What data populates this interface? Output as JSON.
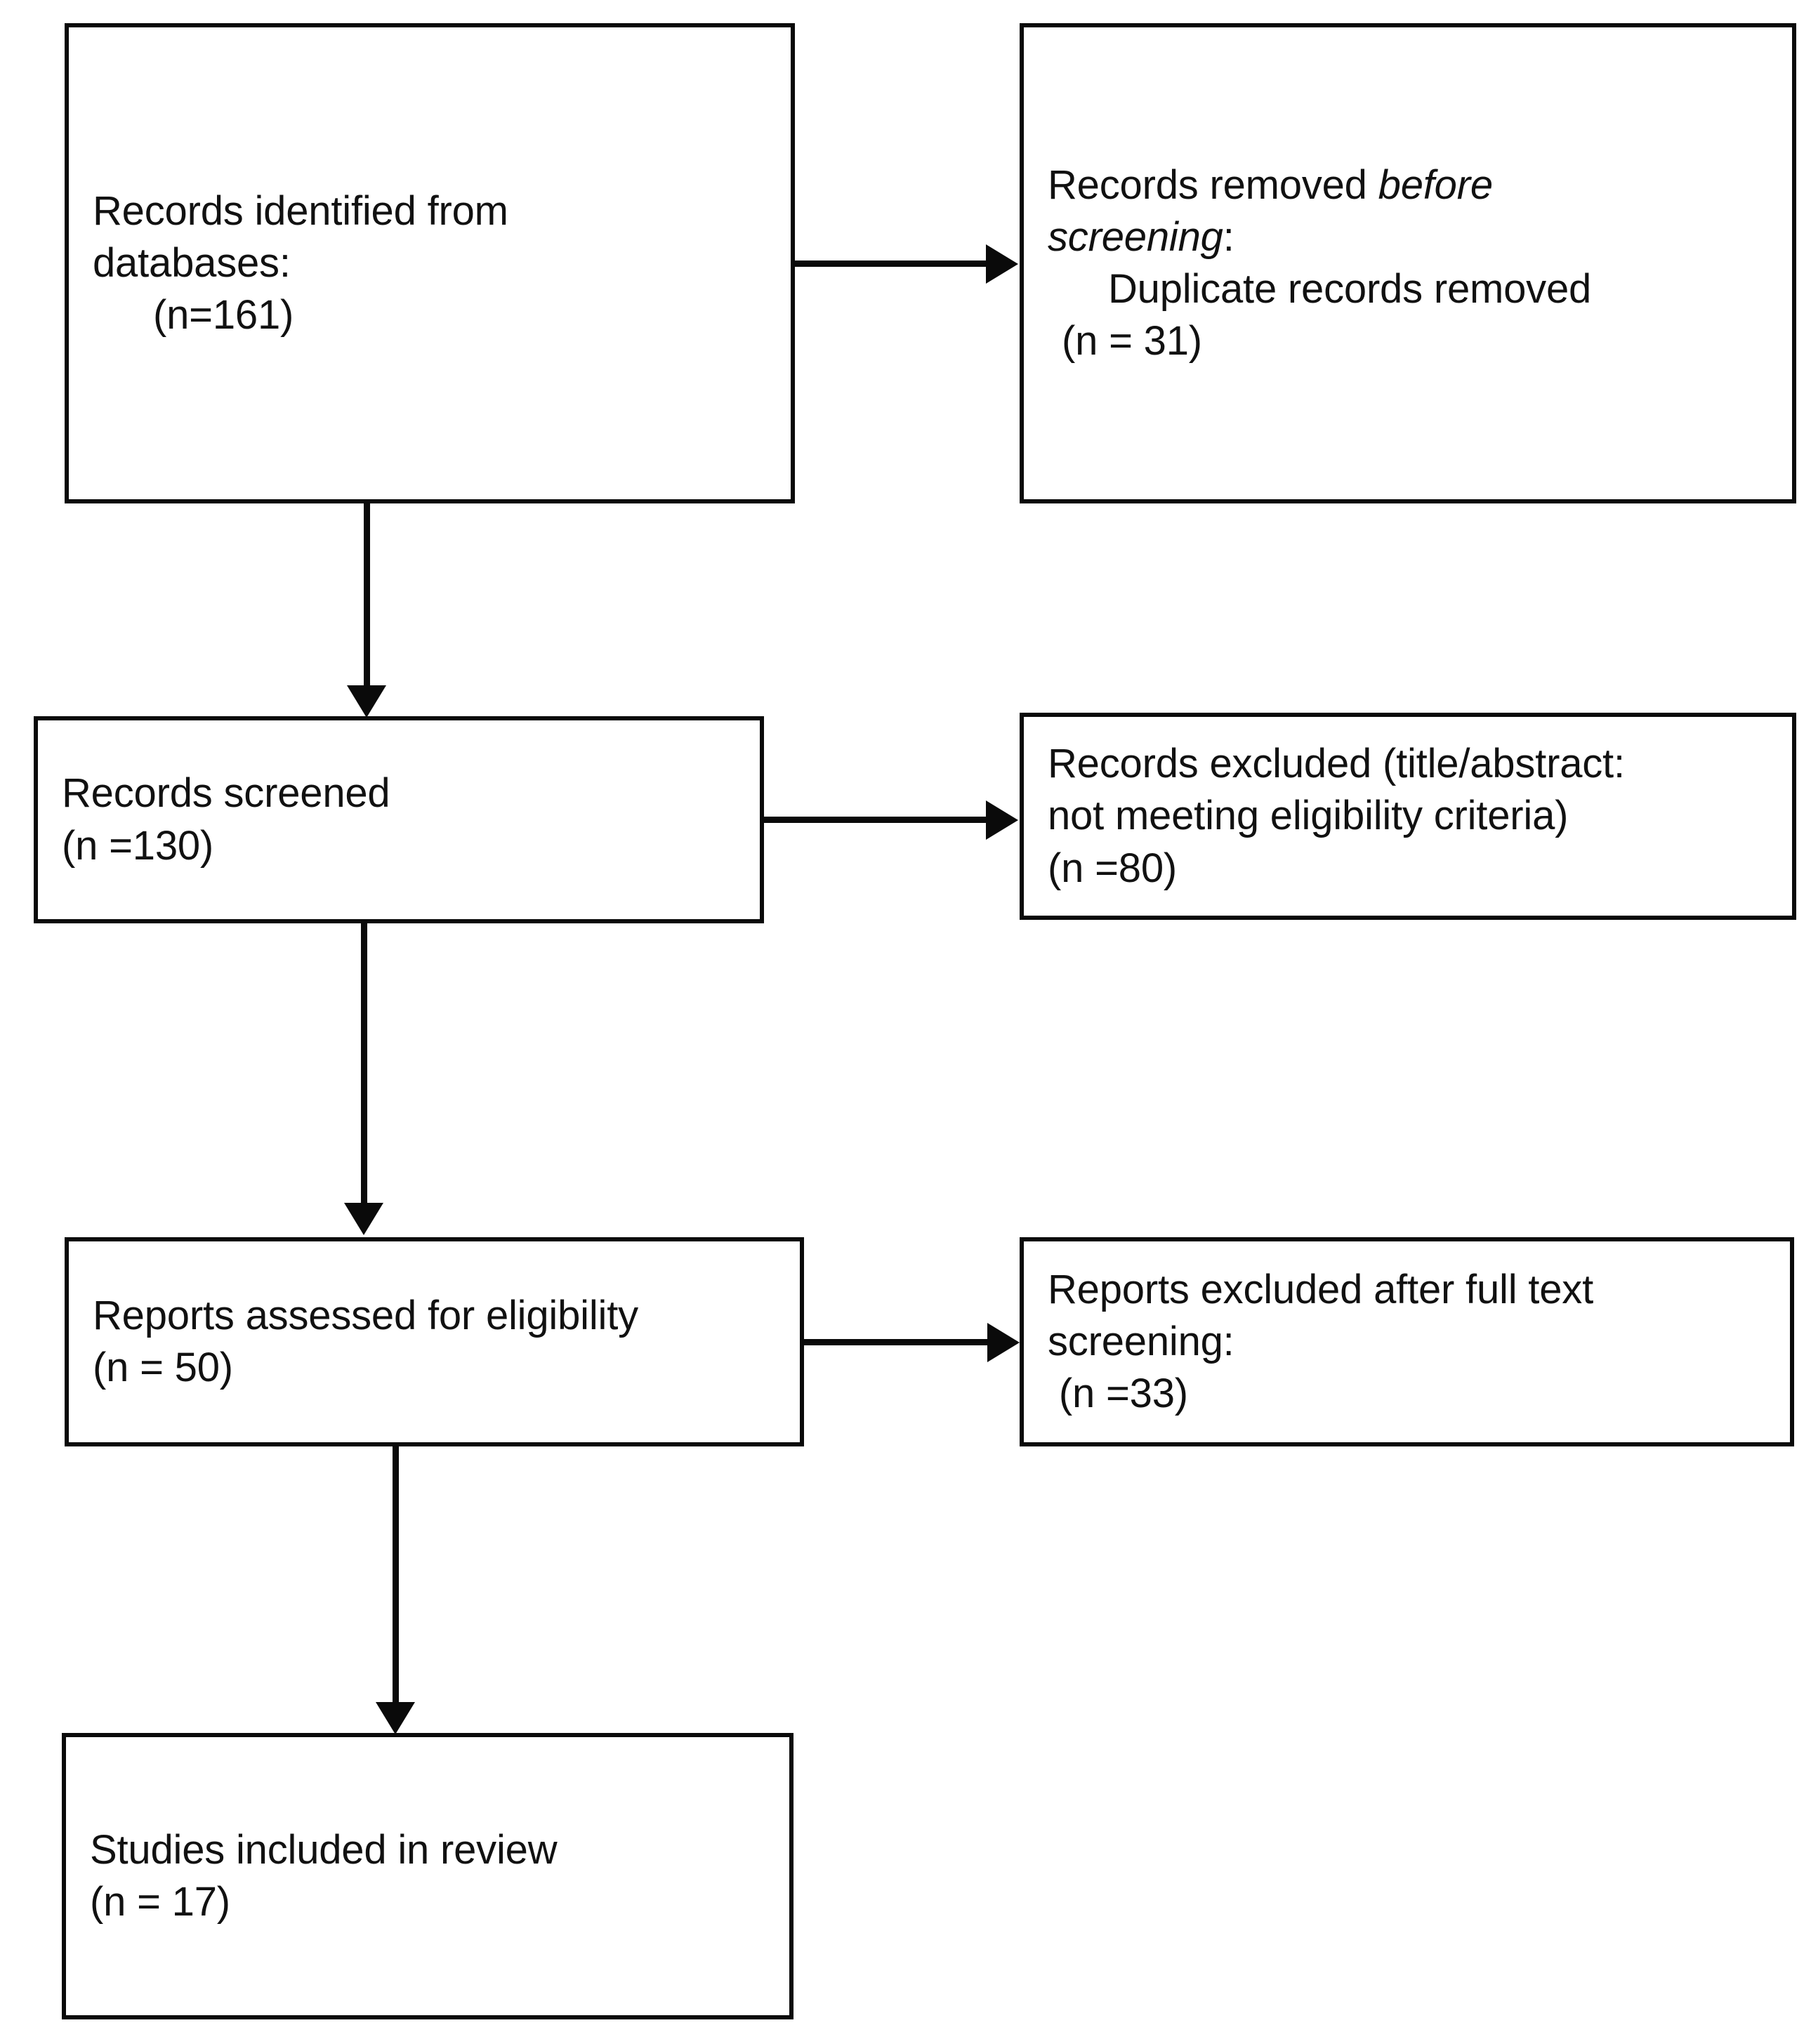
{
  "diagram": {
    "type": "prisma-flow-diagram",
    "title": "",
    "colors": {
      "box_border": "#0a0a0a",
      "arrow": "#0a0a0a",
      "text": "#111111",
      "background": "#ffffff"
    }
  },
  "nodes": {
    "identified": {
      "id": "records-identified-from-databases",
      "line1": "Records identified from",
      "line2": "databases:",
      "line3": "(n=161)",
      "count": 161
    },
    "removed_before_screening": {
      "id": "records-removed-before-screening",
      "line1_prefix": "Records removed ",
      "line1_italic": "before",
      "line2_italic": "screening",
      "line2_suffix": ":",
      "line3": "Duplicate records removed",
      "line4": "(n = 31)",
      "count": 31
    },
    "screened": {
      "id": "records-screened",
      "line1": "Records screened",
      "line2": "(n =130)",
      "count": 130
    },
    "excluded_title_abstract": {
      "id": "records-excluded-title-abstract",
      "line1": "Records excluded (title/abstract:",
      "line2": "not meeting eligibility criteria)",
      "line3": "(n =80)",
      "count": 80
    },
    "assessed": {
      "id": "reports-assessed-for-eligibility",
      "line1": "Reports assessed for eligibility",
      "line2": "(n = 50)",
      "count": 50
    },
    "excluded_full_text": {
      "id": "reports-excluded-after-full-text-screening",
      "line1": "Reports excluded after full text",
      "line2": "screening:",
      "line3": " (n =33)",
      "count": 33
    },
    "included": {
      "id": "studies-included-in-review",
      "line1": "Studies included in review",
      "line2": "(n = 17)",
      "count": 17
    }
  },
  "connectors": [
    {
      "from": "identified",
      "to": "removed_before_screening",
      "direction": "right"
    },
    {
      "from": "identified",
      "to": "screened",
      "direction": "down"
    },
    {
      "from": "screened",
      "to": "excluded_title_abstract",
      "direction": "right"
    },
    {
      "from": "screened",
      "to": "assessed",
      "direction": "down"
    },
    {
      "from": "assessed",
      "to": "excluded_full_text",
      "direction": "right"
    },
    {
      "from": "assessed",
      "to": "included",
      "direction": "down"
    }
  ]
}
